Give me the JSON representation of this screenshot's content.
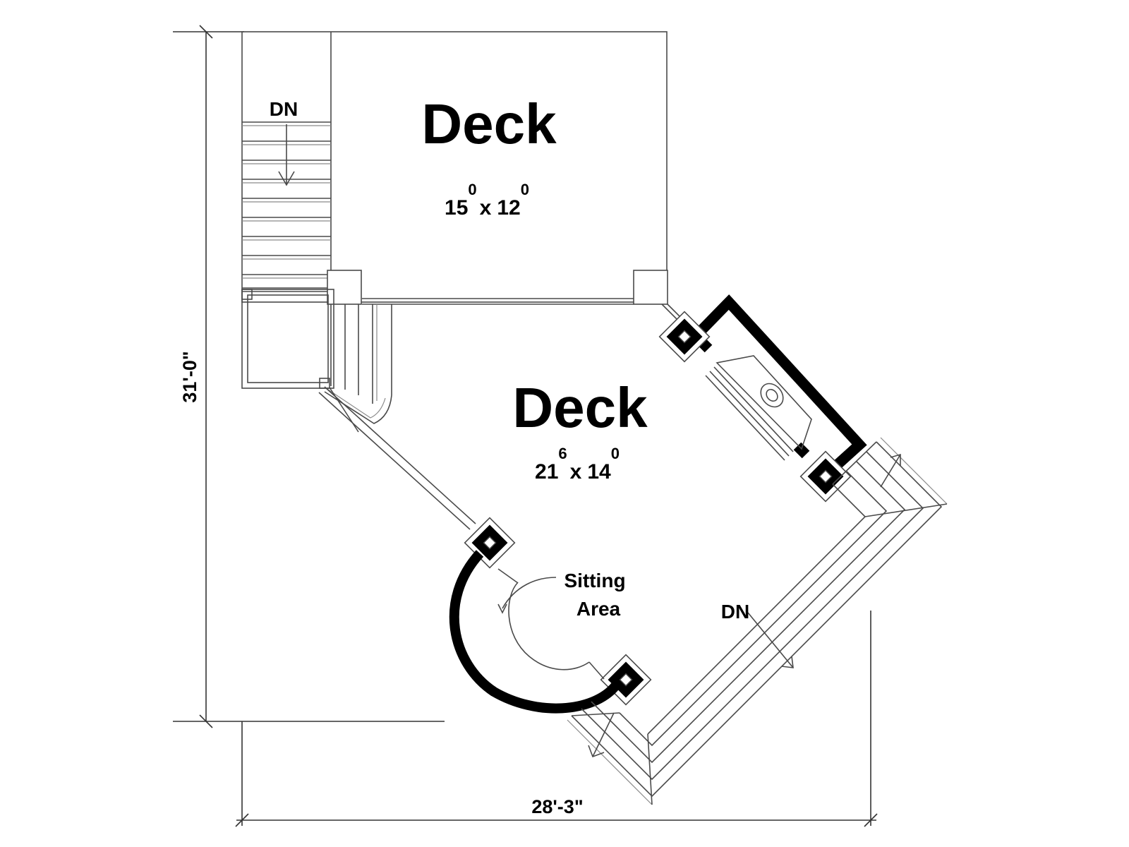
{
  "upper_deck": {
    "name": "Deck",
    "width_ft": "15",
    "width_in": "0",
    "separator": "x",
    "depth_ft": "12",
    "depth_in": "0"
  },
  "main_deck": {
    "name": "Deck",
    "width_ft": "21",
    "width_in": "6",
    "separator": "x",
    "depth_ft": "14",
    "depth_in": "0"
  },
  "sitting_area": {
    "line1": "Sitting",
    "line2": "Area"
  },
  "stairs": {
    "upper_label": "DN",
    "lower_label": "DN"
  },
  "dimensions": {
    "overall_depth": "31'-0\"",
    "overall_width": "28'-3\""
  }
}
